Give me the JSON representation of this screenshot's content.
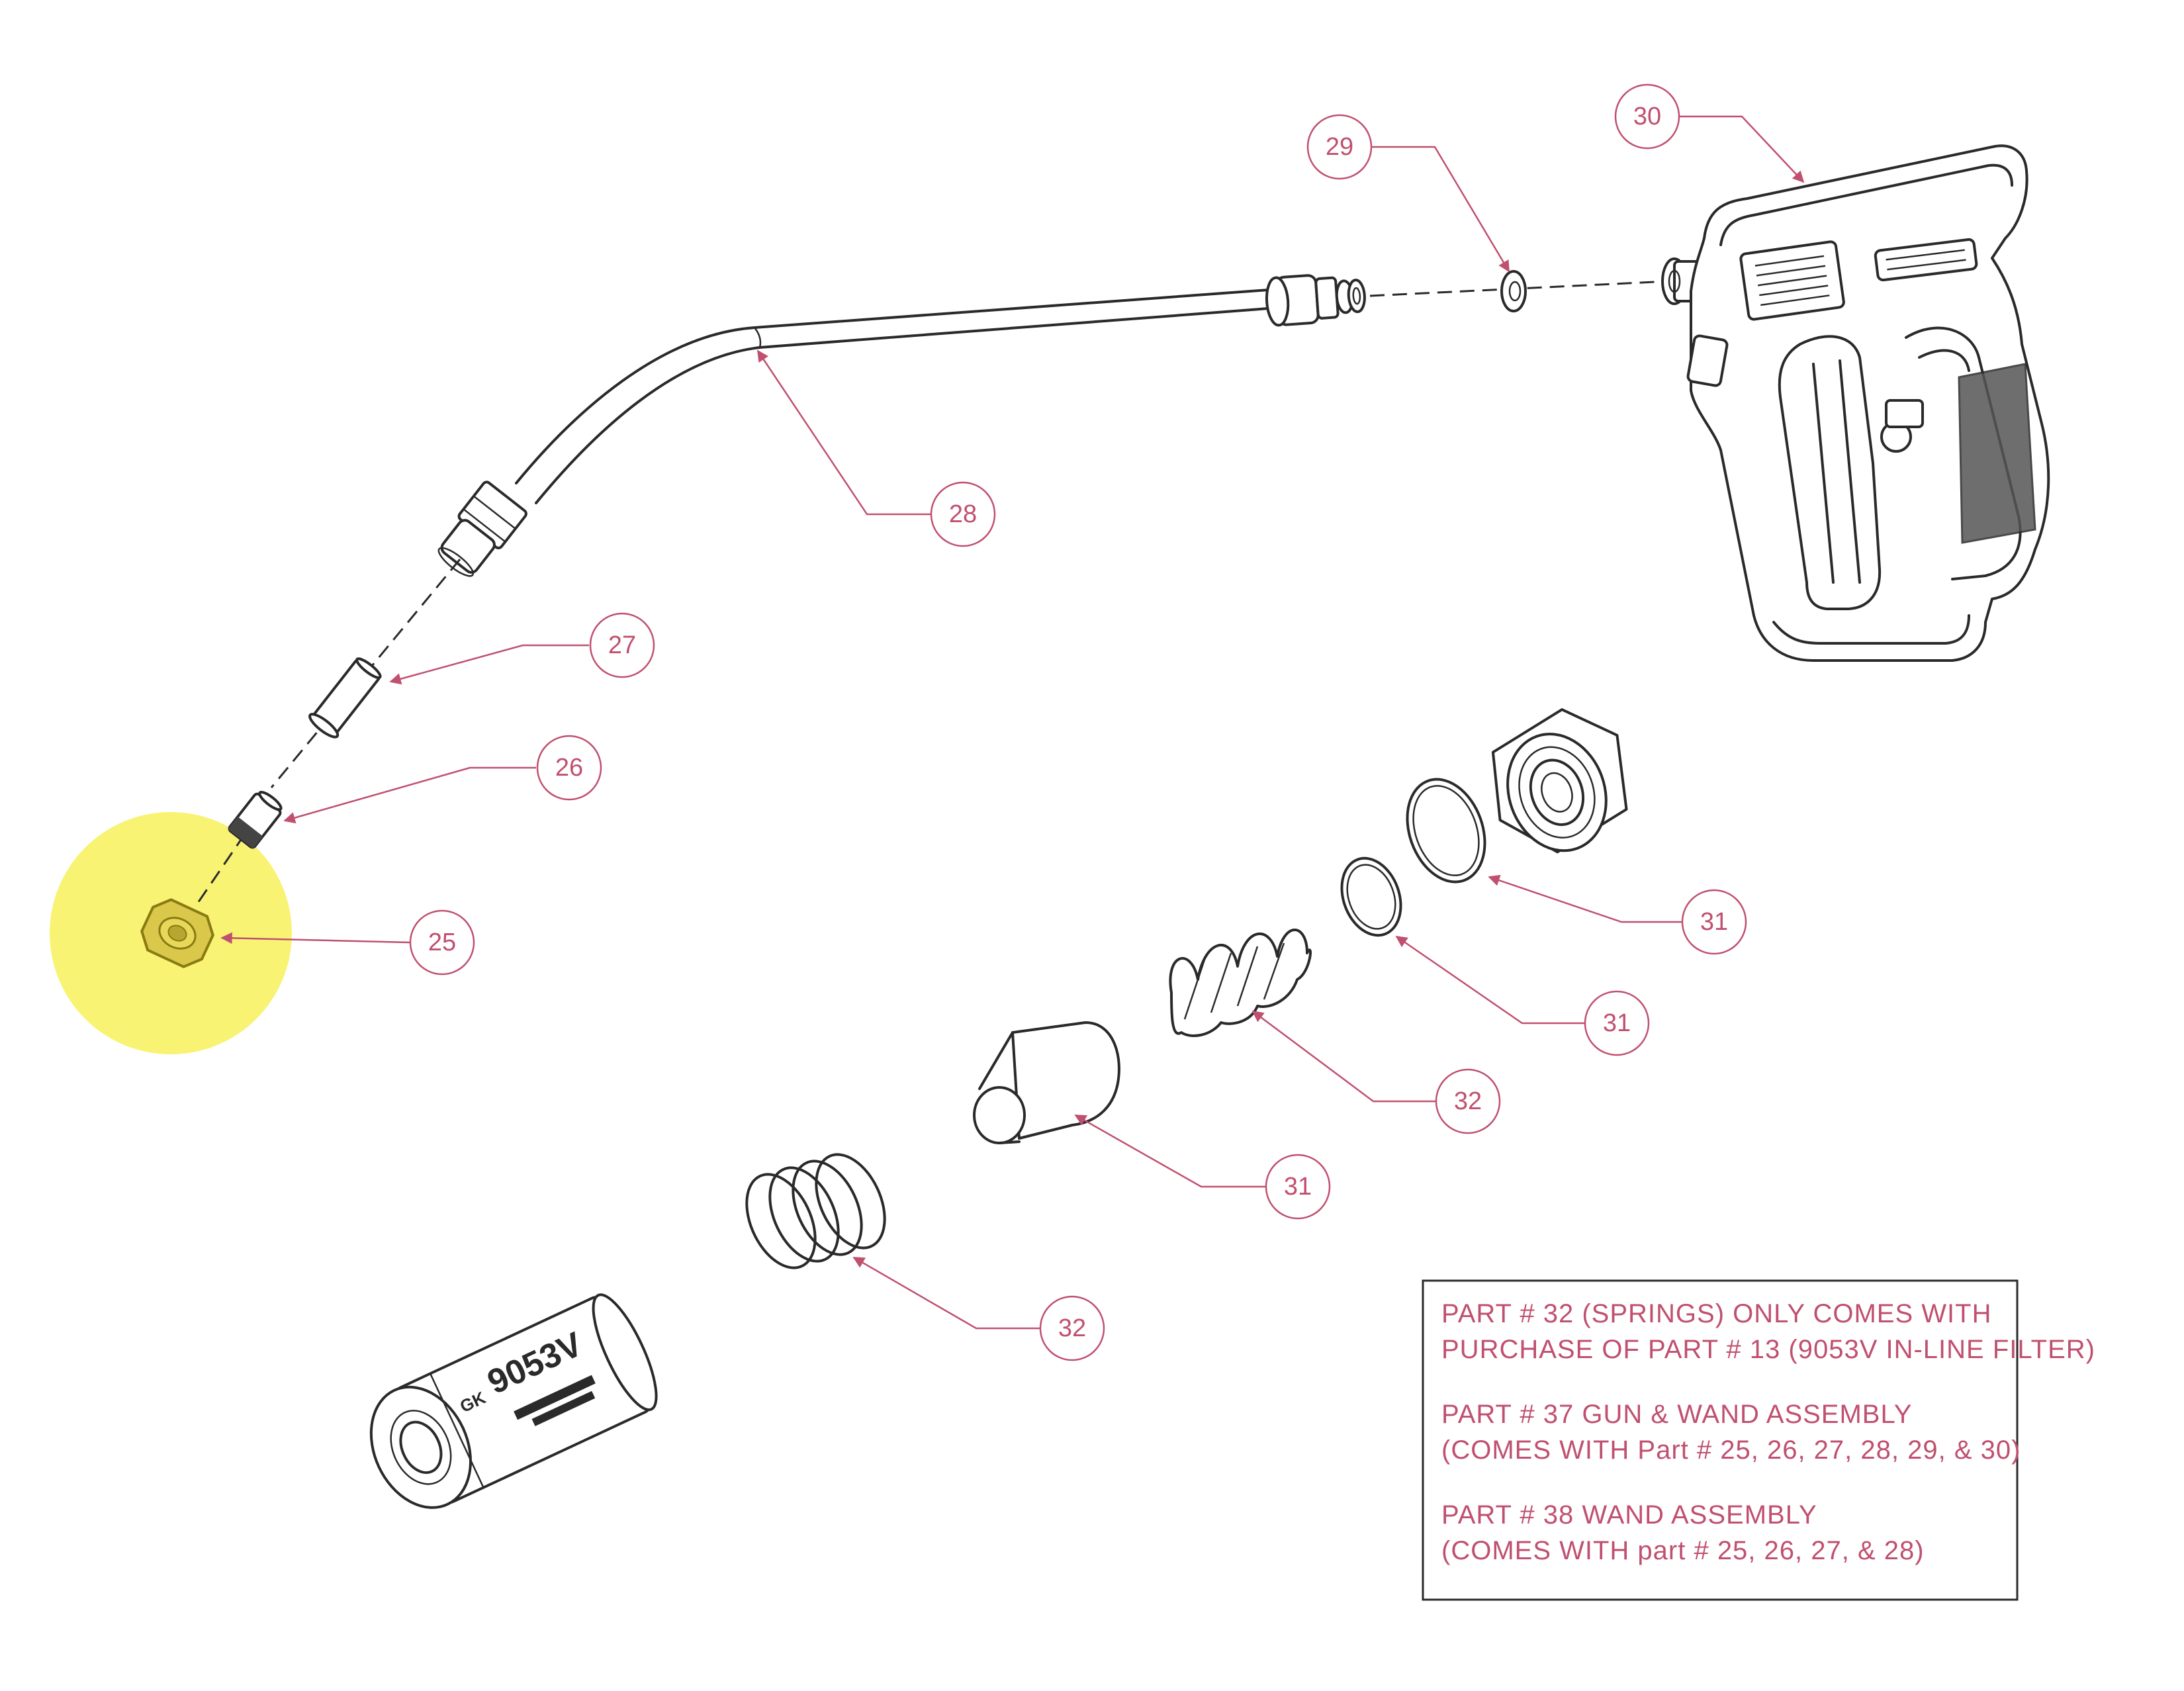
{
  "callouts": [
    {
      "id": "c25",
      "number": "25"
    },
    {
      "id": "c26",
      "number": "26"
    },
    {
      "id": "c27",
      "number": "27"
    },
    {
      "id": "c28",
      "number": "28"
    },
    {
      "id": "c29",
      "number": "29"
    },
    {
      "id": "c30",
      "number": "30"
    },
    {
      "id": "c31a",
      "number": "31"
    },
    {
      "id": "c31b",
      "number": "31"
    },
    {
      "id": "c31c",
      "number": "31"
    },
    {
      "id": "c32a",
      "number": "32"
    },
    {
      "id": "c32b",
      "number": "32"
    }
  ],
  "filter_label": {
    "model": "9053V",
    "prefix": "GK"
  },
  "notes": {
    "lines": [
      "PART # 32 (SPRINGS) ONLY COMES WITH",
      "PURCHASE OF PART # 13 (9053V IN-LINE FILTER)",
      "PART # 37 GUN & WAND ASSEMBLY",
      "(COMES WITH Part # 25, 26, 27, 28, 29, & 30)",
      "PART # 38 WAND ASSEMBLY",
      "(COMES WITH part # 25, 26, 27, & 28)"
    ]
  },
  "colors": {
    "callout": "#c0506f",
    "highlight": "#f7f15a",
    "linework": "#2a2a2a"
  },
  "highlight": {
    "target": "part-25-nut"
  }
}
